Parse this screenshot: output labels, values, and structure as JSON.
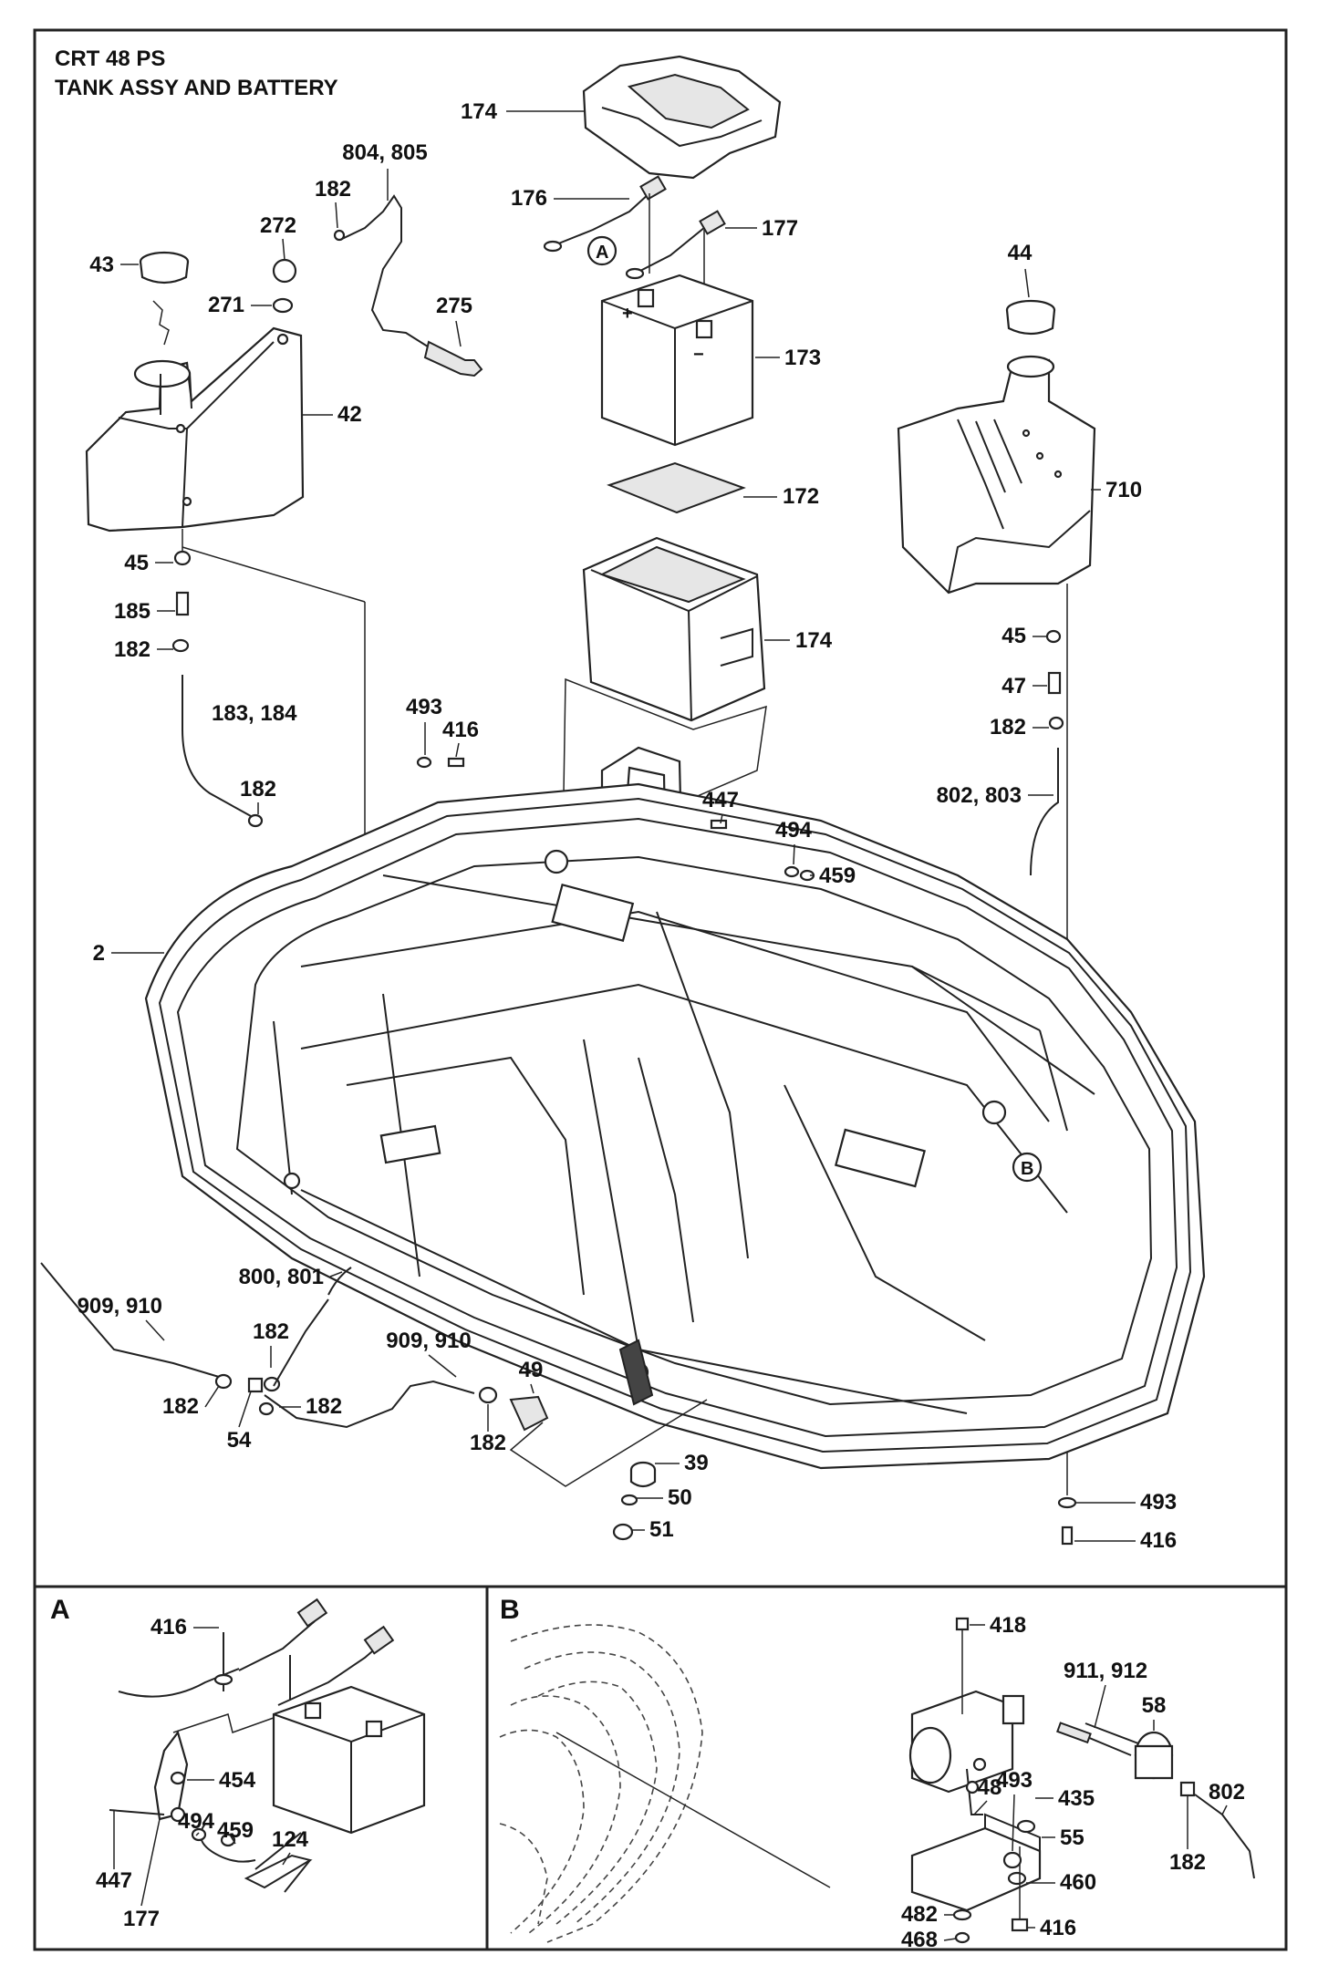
{
  "title": {
    "model": "CRT 48 PS",
    "assembly": "TANK ASSY AND BATTERY"
  },
  "callouts": {
    "A": "A",
    "B": "B"
  },
  "sections": {
    "A": "A",
    "B": "B"
  },
  "labels": {
    "main": [
      "174",
      "804, 805",
      "182",
      "272",
      "176",
      "177",
      "43",
      "271",
      "275",
      "44",
      "173",
      "42",
      "172",
      "710",
      "45",
      "174",
      "185",
      "182",
      "45",
      "47",
      "183, 184",
      "493",
      "416",
      "182",
      "182",
      "802, 803",
      "447",
      "494",
      "459",
      "2",
      "800, 801",
      "909, 910",
      "182",
      "909, 910",
      "49",
      "182",
      "182",
      "54",
      "182",
      "39",
      "50",
      "51",
      "493",
      "416"
    ],
    "detail_a": [
      "416",
      "454",
      "494",
      "459",
      "447",
      "177",
      "124"
    ],
    "detail_b": [
      "418",
      "911, 912",
      "58",
      "493",
      "48",
      "435",
      "802",
      "55",
      "182",
      "460",
      "482",
      "416",
      "468"
    ]
  }
}
